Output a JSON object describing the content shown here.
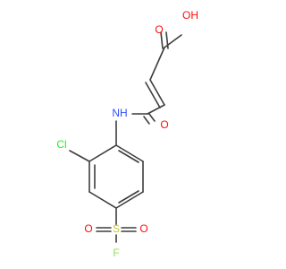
{
  "molecule": {
    "colors": {
      "bond": "#3d3d3d",
      "oxygen": "#ff0d0d",
      "nitrogen": "#3050f8",
      "chlorine": "#1ff01f",
      "sulfur": "#c8c832",
      "fluorine": "#90e050"
    },
    "labels": {
      "hydroxyl": "OH",
      "carboxyl_oxygen": "O",
      "amide_nh": "NH",
      "amide_oxygen": "O",
      "chlorine": "Cl",
      "sulfur": "S",
      "sulfonyl_oxygen_left": "O",
      "sulfonyl_oxygen_right": "O",
      "fluorine": "F"
    }
  }
}
